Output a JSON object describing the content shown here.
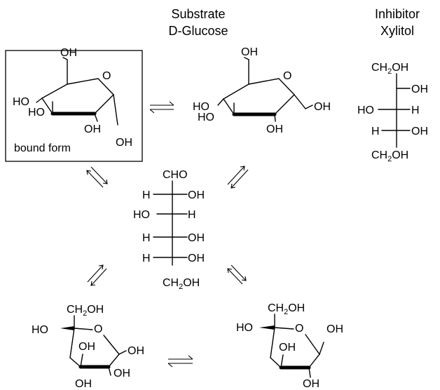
{
  "headings": {
    "substrate": "Substrate",
    "substrate_name": "D-Glucose",
    "inhibitor": "Inhibitor",
    "inhibitor_name": "Xylitol"
  },
  "box_label": "bound form",
  "labels": {
    "OH": "OH",
    "HO": "HO",
    "H": "H",
    "O": "O",
    "CHO": "CHO",
    "CH2OH_main": "CH",
    "CH2OH_sub": "2",
    "CH2OH_tail": "OH"
  }
}
